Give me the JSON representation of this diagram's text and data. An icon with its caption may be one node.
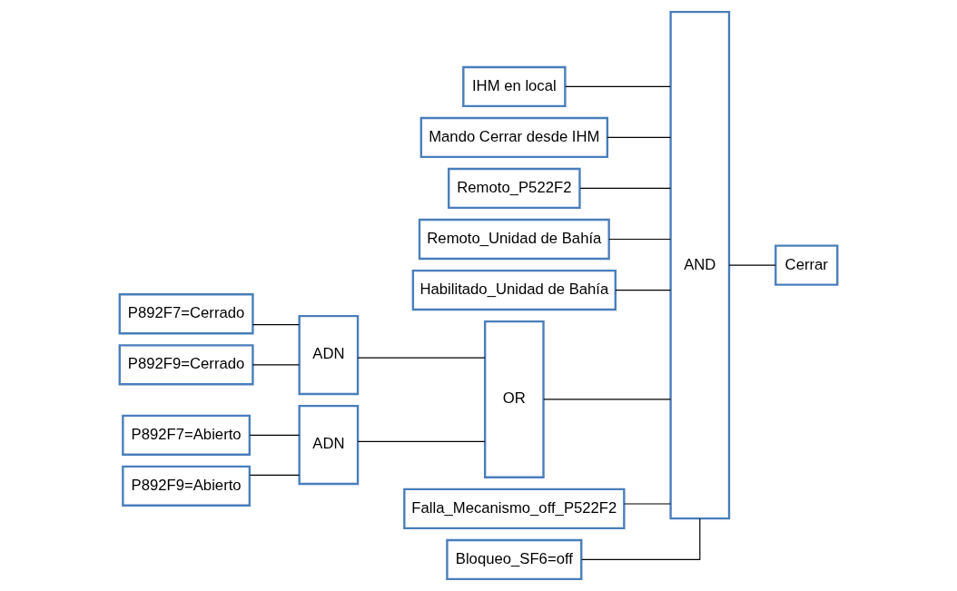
{
  "diagram": {
    "nodes": [
      {
        "text": [
          "IHM en local"
        ]
      },
      {
        "text": [
          "Mando Cerrar desde IHM"
        ]
      },
      {
        "text": [
          "Remoto_P522F2"
        ]
      },
      {
        "text": [
          "Remoto_Unidad de Bahía"
        ]
      },
      {
        "text": [
          "Habilitado_Unidad de Bahía"
        ]
      },
      {
        "text": [
          "P892F7=Cerrado"
        ]
      },
      {
        "text": [
          "P892F9=Cerrado"
        ]
      },
      {
        "text": [
          "ADN"
        ]
      },
      {
        "text": [
          "P892F7=Abierto"
        ]
      },
      {
        "text": [
          "P892F9=Abierto"
        ]
      },
      {
        "text": [
          "ADN"
        ]
      },
      {
        "text": [
          "OR"
        ]
      },
      {
        "text": [
          "Falla_Mecanismo_off_P522F2"
        ]
      },
      {
        "text": [
          "Bloqueo_SF6=off"
        ]
      },
      {
        "text": [
          "AND"
        ]
      },
      {
        "text": [
          "Cerrar"
        ]
      }
    ],
    "edges": [
      {
        "from": 0,
        "to": 14,
        "arrow": "none"
      },
      {
        "from": 1,
        "to": 14,
        "arrow": "none"
      },
      {
        "from": 2,
        "to": 14,
        "arrow": "none"
      },
      {
        "from": 3,
        "to": 14,
        "arrow": "none"
      },
      {
        "from": 4,
        "to": 14,
        "arrow": "none"
      },
      {
        "from": 5,
        "to": 7,
        "arrow": "none"
      },
      {
        "from": 6,
        "to": 7,
        "arrow": "none"
      },
      {
        "from": 8,
        "to": 10,
        "arrow": "none"
      },
      {
        "from": 9,
        "to": 10,
        "arrow": "none"
      },
      {
        "from": 7,
        "to": 11,
        "arrow": "none"
      },
      {
        "from": 10,
        "to": 11,
        "arrow": "none"
      },
      {
        "from": 11,
        "to": 14,
        "arrow": "none"
      },
      {
        "from": 12,
        "to": 14,
        "arrow": "none"
      },
      {
        "from": 13,
        "to": 14,
        "arrow": "none"
      },
      {
        "from": 14,
        "to": 15,
        "arrow": "none"
      }
    ]
  }
}
